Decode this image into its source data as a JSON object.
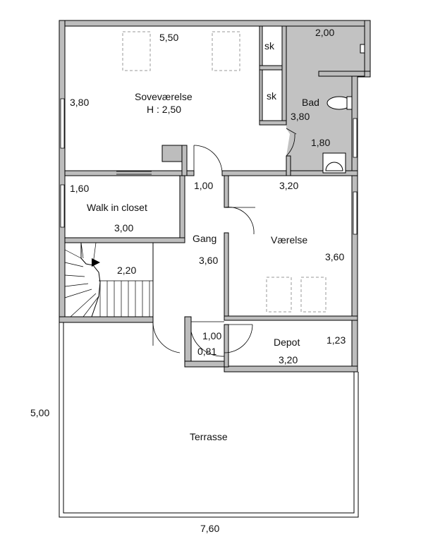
{
  "plan": {
    "rooms": {
      "sovevaerelse": {
        "name": "Soveværelse",
        "height_note": "H : 2,50",
        "width": "5,50",
        "depth": "3,80"
      },
      "sk1": {
        "name": "sk"
      },
      "sk2": {
        "name": "sk"
      },
      "bad": {
        "name": "Bad",
        "width": "2,00",
        "depth": "3,80",
        "inner_width": "1,80"
      },
      "walk_in_closet": {
        "name": "Walk in closet",
        "depth": "1,60",
        "width": "3,00"
      },
      "gang": {
        "name": "Gang",
        "door_width": "1,00",
        "length": "3,60",
        "stair_width": "2,20"
      },
      "vaerelse": {
        "name": "Værelse",
        "width": "3,20",
        "depth": "3,60"
      },
      "depot": {
        "name": "Depot",
        "depth": "1,23",
        "width": "3,20"
      },
      "entry": {
        "width": "1,00",
        "depth": "0,81"
      },
      "terrasse": {
        "name": "Terrasse",
        "depth": "5,00",
        "width": "7,60"
      }
    }
  }
}
